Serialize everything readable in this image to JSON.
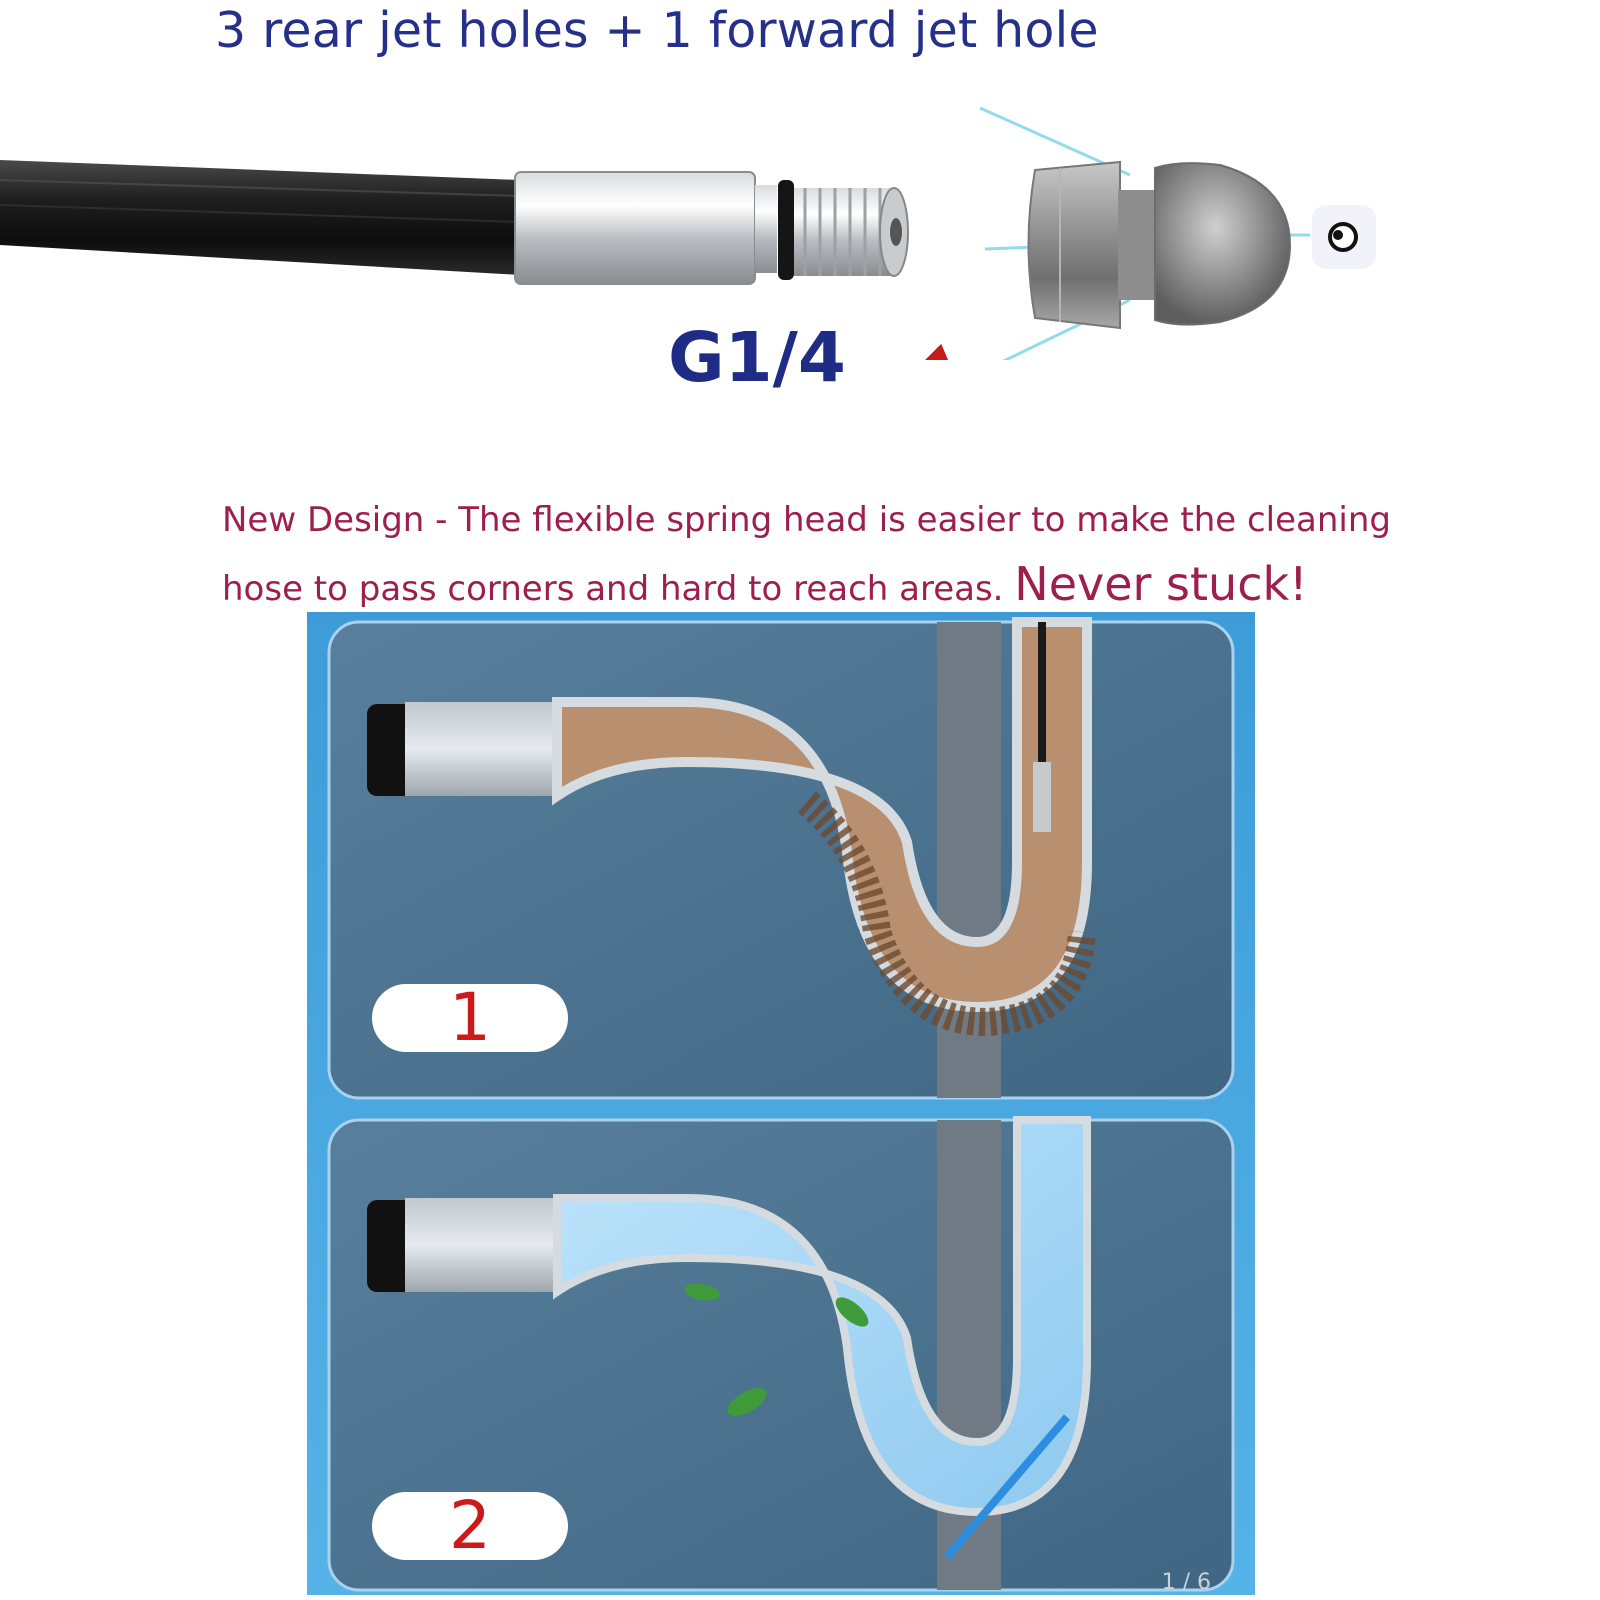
{
  "caption": "3 rear jet holes + 1 forward jet hole",
  "thread_size": "G1/4",
  "note": {
    "text": "New Design - The flexible spring head is easier to make the cleaning hose to pass corners and hard to reach areas.",
    "emphasis": "Never stuck!"
  },
  "steps": [
    {
      "label": "1"
    },
    {
      "label": "2"
    }
  ],
  "pager": "1 / 6",
  "icons": {
    "hose": "hose-fitting-icon",
    "nozzle": "nozzle-icon",
    "arrow": "red-arrow-icon",
    "eye": "forward-jet-dot-icon"
  },
  "colors": {
    "caption": "#26308a",
    "note": "#9c1f4c",
    "arrow": "#c41d1d",
    "panel_bg": "#4a6f8c",
    "badge_text": "#cc1a1a"
  }
}
